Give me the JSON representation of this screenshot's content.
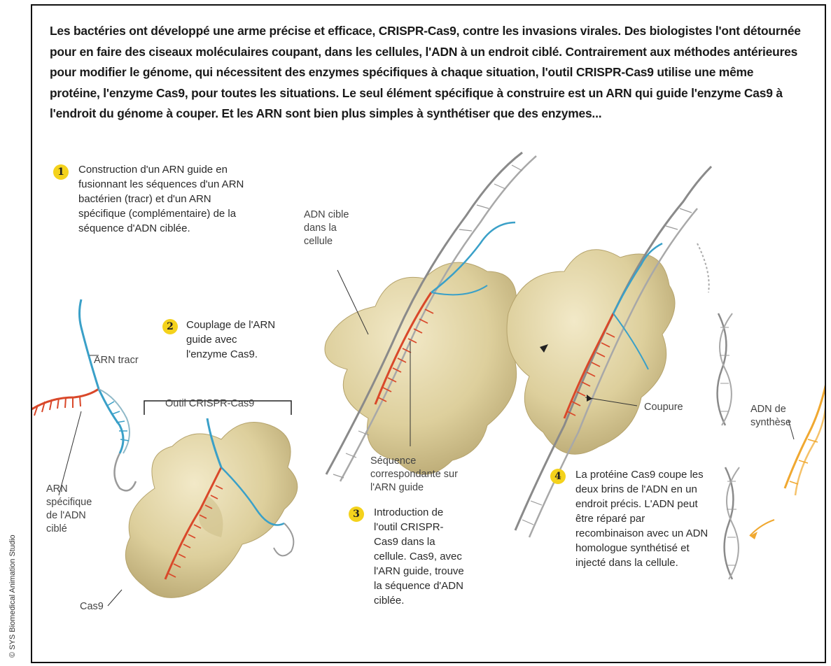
{
  "intro_text": "Les bactéries ont développé une arme précise et efficace, CRISPR-Cas9, contre les invasions virales. Des biologistes l'ont détournée pour en faire des ciseaux moléculaires coupant, dans les cellules, l'ADN à un endroit ciblé. Contrairement aux méthodes antérieures pour modifier le génome, qui nécessitent des enzymes spécifiques à chaque situation, l'outil CRISPR-Cas9 utilise une même protéine, l'enzyme Cas9, pour toutes les situations. Le seul élément spécifique à construire est un ARN qui guide l'enzyme Cas9 à l'endroit du génome à couper. Et les ARN sont bien plus simples à synthétiser que des enzymes...",
  "steps": [
    {
      "num": "1",
      "text": "Construction d'un ARN guide en fusionnant les séquences d'un ARN bactérien (tracr) et d'un ARN spécifique (complémentaire) de la séquence d'ADN ciblée."
    },
    {
      "num": "2",
      "text": "Couplage de l'ARN guide avec l'enzyme Cas9."
    },
    {
      "num": "3",
      "text": "Introduction de l'outil CRISPR-Cas9 dans la cellule. Cas9, avec l'ARN guide, trouve la séquence d'ADN ciblée."
    },
    {
      "num": "4",
      "text": "La protéine Cas9 coupe les deux brins de l'ADN en un endroit précis. L'ADN peut être réparé par recombinaison avec un ADN homologue synthétisé et injecté dans la cellule."
    }
  ],
  "labels": {
    "arn_tracr": "ARN tracr",
    "arn_specifique": "ARN spécifique de l'ADN ciblé",
    "outil": "Outil CRISPR-Cas9",
    "cas9": "Cas9",
    "adn_cible": "ADN cible dans la cellule",
    "sequence": "Séquence correspondante sur l'ARN guide",
    "coupure": "Coupure",
    "adn_synthese": "ADN de synthèse"
  },
  "credit": "© SYS Biomedical Animation Studio",
  "colors": {
    "protein": "#e3d6a6",
    "guide_rna": "#d9482a",
    "tracr_rna": "#3aa0c8",
    "dna": "#8a8a8a",
    "synthetic_dna": "#f0a830",
    "step_marker": "#f4d21c"
  }
}
